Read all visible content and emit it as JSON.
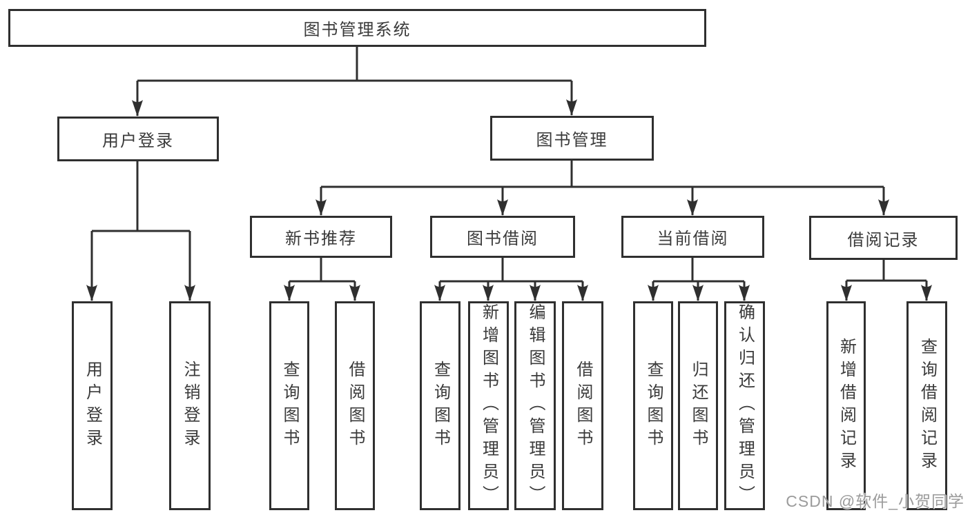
{
  "diagram": {
    "root": "图书管理系统",
    "level2": {
      "user_login": "用户登录",
      "book_management": "图书管理"
    },
    "level3": {
      "new_book_recommend": "新书推荐",
      "book_borrow": "图书借阅",
      "current_borrow": "当前借阅",
      "borrow_record": "借阅记录"
    },
    "leaves": {
      "user_login": [
        "用户登录",
        "注销登录"
      ],
      "new_book_recommend": [
        "查询图书",
        "借阅图书"
      ],
      "book_borrow": [
        "查询图书",
        "新增图书（管理员）",
        "编辑图书（管理员）",
        "借阅图书"
      ],
      "current_borrow": [
        "查询图书",
        "归还图书",
        "确认归还（管理员）"
      ],
      "borrow_record": [
        "新增借阅记录",
        "查询借阅记录"
      ]
    }
  },
  "watermark": {
    "text": "CSDN @软件_小贺同学"
  },
  "colors": {
    "line": "#2f2f2f",
    "background": "#ffffff",
    "watermark": "#9b9b9b"
  }
}
